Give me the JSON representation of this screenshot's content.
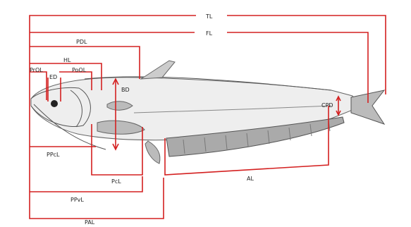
{
  "diagram": {
    "colors": {
      "measure_line": "#d42020",
      "fish_outline": "#555555",
      "fish_shade": "#dcdcdc",
      "label_text": "#222222"
    },
    "labels": {
      "tl": "TL",
      "fl": "FL",
      "pdl": "PDL",
      "hl": "HL",
      "prol": "PrOL",
      "pool": "PoOL",
      "ed": "ED",
      "bd": "BD",
      "cpd": "CPD",
      "ppcl": "PPcL",
      "pcl": "PcL",
      "al": "AL",
      "ppvl": "PPvL",
      "pal": "PAL"
    }
  }
}
